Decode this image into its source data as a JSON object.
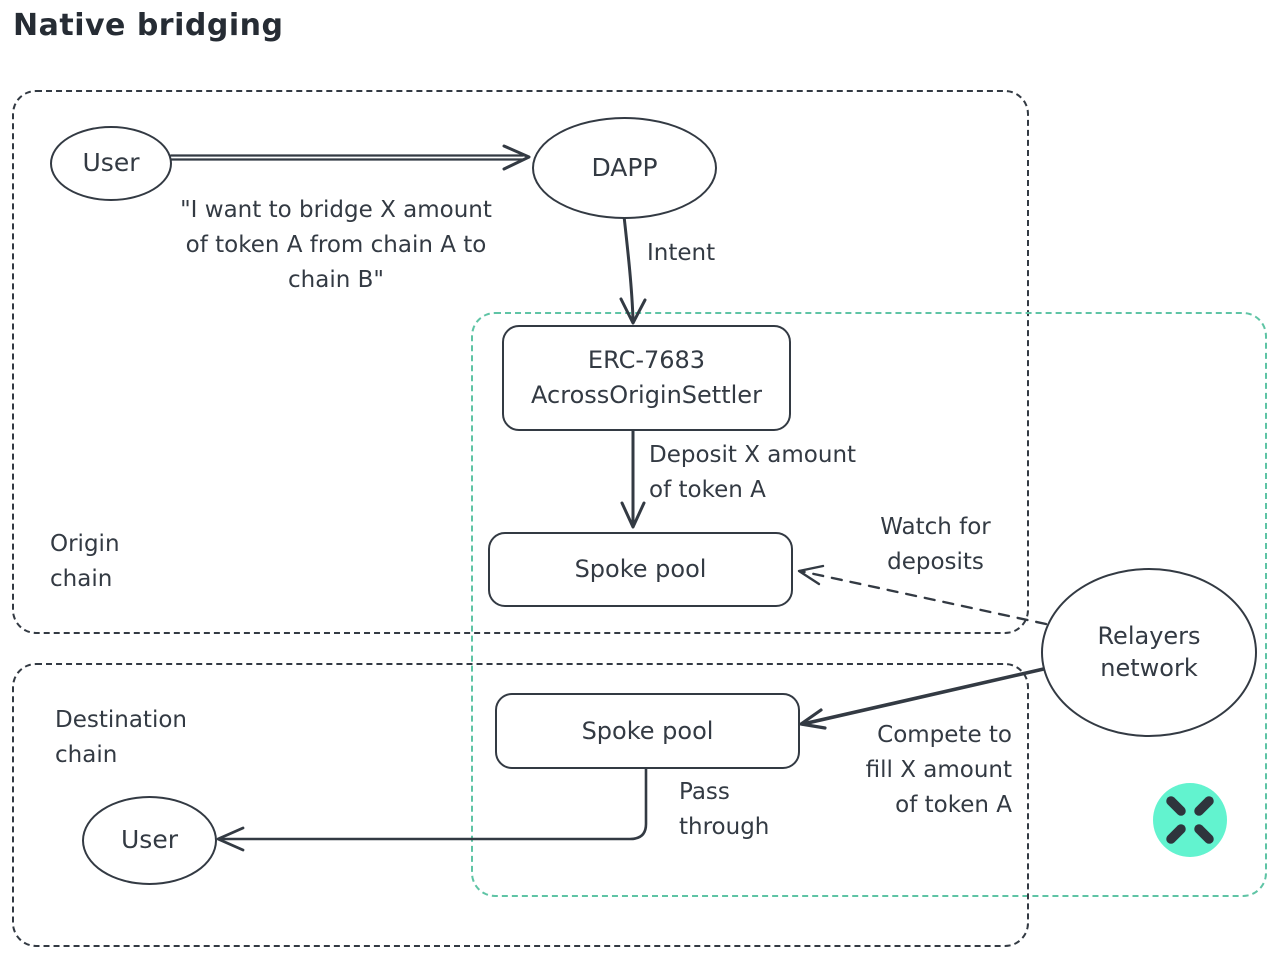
{
  "title": "Native bridging",
  "colors": {
    "ink": "#333a43",
    "teal_dashed_border": "#5fc4a5",
    "logo_background": "#62f3cf",
    "logo_cross": "#2e343d"
  },
  "origin": {
    "region_label": [
      "Origin",
      "chain"
    ],
    "user": "User",
    "dapp": "DAPP",
    "quote": [
      "\"I want to bridge X amount",
      "of token A from chain A to",
      "chain B\""
    ],
    "intent": "Intent",
    "settler": [
      "ERC-7683",
      "AcrossOriginSettler"
    ],
    "deposit": [
      "Deposit X amount",
      "of token A"
    ],
    "spoke_pool": "Spoke pool",
    "watch": [
      "Watch for",
      "deposits"
    ]
  },
  "destination": {
    "region_label": [
      "Destination",
      "chain"
    ],
    "spoke_pool": "Spoke pool",
    "pass": [
      "Pass",
      "through"
    ],
    "user": "User",
    "compete": [
      "Compete to",
      "fill X amount",
      "of token A"
    ]
  },
  "relayers": {
    "label": [
      "Relayers",
      "network"
    ]
  },
  "logo": {
    "icon": "across-x-icon"
  }
}
